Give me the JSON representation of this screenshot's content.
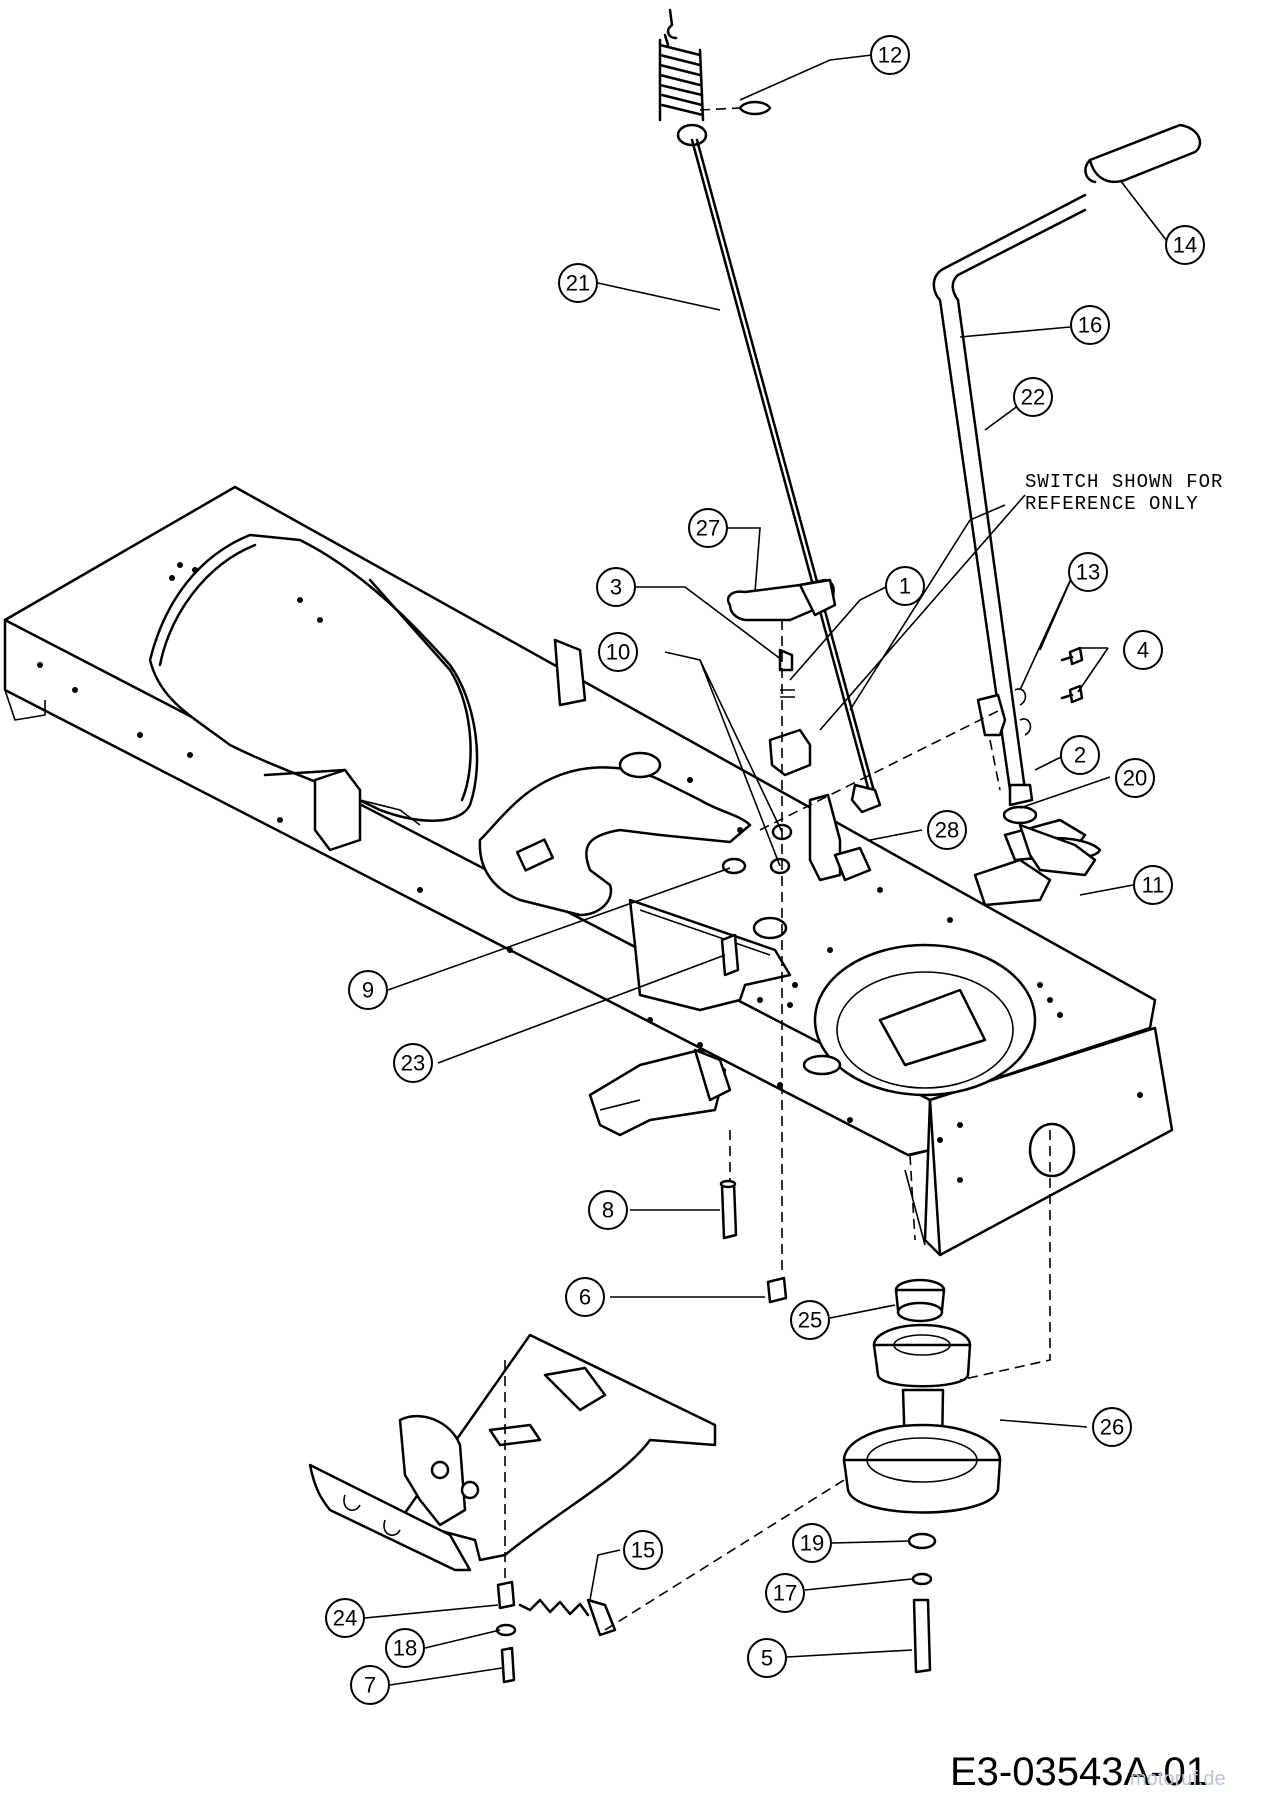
{
  "note": {
    "line1": "SWITCH SHOWN FOR",
    "line2": "REFERENCE ONLY"
  },
  "diagram_code": "E3-03543A-01",
  "watermark": "motoruf.de",
  "callouts": [
    {
      "id": "1",
      "label": "1"
    },
    {
      "id": "2",
      "label": "2"
    },
    {
      "id": "3",
      "label": "3"
    },
    {
      "id": "4",
      "label": "4"
    },
    {
      "id": "5",
      "label": "5"
    },
    {
      "id": "6",
      "label": "6"
    },
    {
      "id": "7",
      "label": "7"
    },
    {
      "id": "8",
      "label": "8"
    },
    {
      "id": "9",
      "label": "9"
    },
    {
      "id": "10",
      "label": "10"
    },
    {
      "id": "11",
      "label": "11"
    },
    {
      "id": "12",
      "label": "12"
    },
    {
      "id": "13",
      "label": "13"
    },
    {
      "id": "14",
      "label": "14"
    },
    {
      "id": "15",
      "label": "15"
    },
    {
      "id": "16",
      "label": "16"
    },
    {
      "id": "17",
      "label": "17"
    },
    {
      "id": "18",
      "label": "18"
    },
    {
      "id": "19",
      "label": "19"
    },
    {
      "id": "20",
      "label": "20"
    },
    {
      "id": "21",
      "label": "21"
    },
    {
      "id": "22",
      "label": "22"
    },
    {
      "id": "23",
      "label": "23"
    },
    {
      "id": "24",
      "label": "24"
    },
    {
      "id": "25",
      "label": "25"
    },
    {
      "id": "26",
      "label": "26"
    },
    {
      "id": "27",
      "label": "27"
    },
    {
      "id": "28",
      "label": "28"
    }
  ]
}
